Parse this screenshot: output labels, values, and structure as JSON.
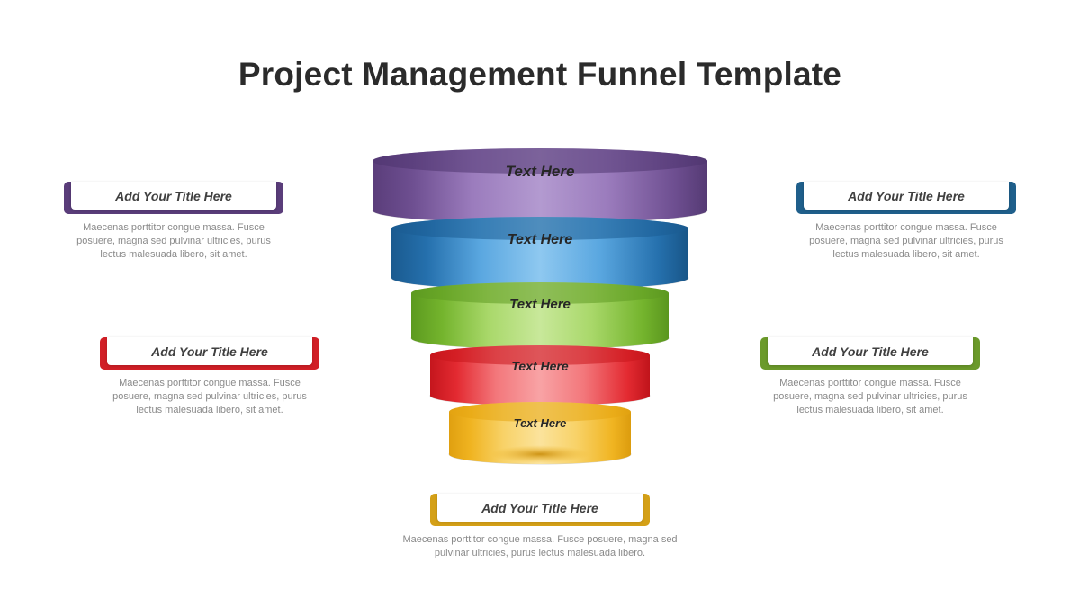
{
  "title": "Project Management Funnel Template",
  "funnel": {
    "layers": [
      {
        "label": "Text Here",
        "color": "#7b5a9e"
      },
      {
        "label": "Text Here",
        "color": "#2f7fbf"
      },
      {
        "label": "Text Here",
        "color": "#8cc63f"
      },
      {
        "label": "Text Here",
        "color": "#e8262d"
      },
      {
        "label": "Text Here",
        "color": "#f5b922"
      }
    ]
  },
  "callouts": [
    {
      "title": "Add Your Title Here",
      "text": "Maecenas porttitor congue massa. Fusce posuere, magna sed pulvinar ultricies, purus lectus malesuada libero, sit amet.",
      "color": "#5a3d7a"
    },
    {
      "title": "Add Your Title Here",
      "text": "Maecenas porttitor congue massa. Fusce posuere, magna sed pulvinar ultricies, purus lectus malesuada libero, sit amet.",
      "color": "#1f5f8b"
    },
    {
      "title": "Add Your Title Here",
      "text": "Maecenas porttitor congue massa. Fusce posuere, magna sed pulvinar ultricies, purus lectus malesuada libero, sit amet.",
      "color": "#d11f26"
    },
    {
      "title": "Add Your Title Here",
      "text": "Maecenas porttitor congue massa. Fusce posuere, magna sed pulvinar ultricies, purus lectus malesuada libero, sit amet.",
      "color": "#6b9a2a"
    },
    {
      "title": "Add Your Title Here",
      "text": "Maecenas porttitor congue massa. Fusce posuere, magna sed pulvinar ultricies, purus lectus malesuada libero.",
      "color": "#d4a017"
    }
  ]
}
